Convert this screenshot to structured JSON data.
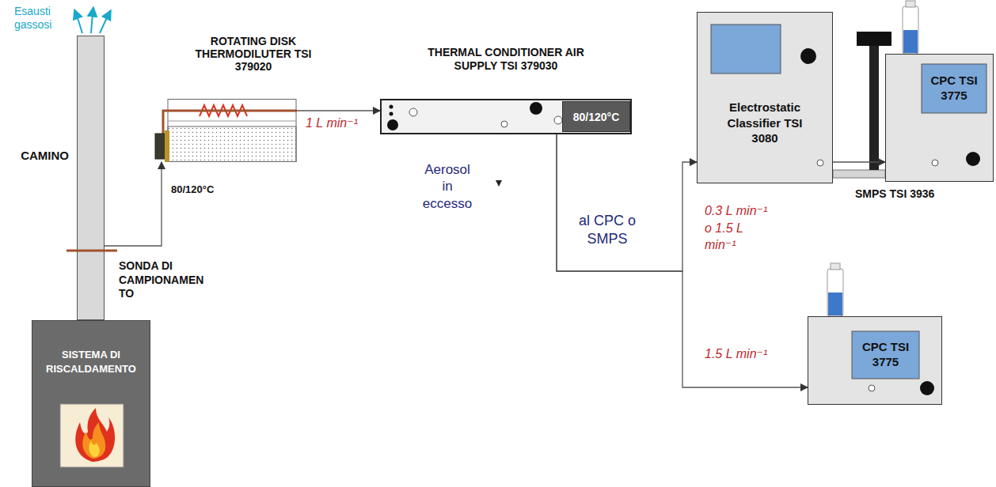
{
  "diagram": {
    "nodes": [
      {
        "text": [
          "CAMINO"
        ]
      },
      {
        "text": [
          "SISTEMA DI RISCALDAMENTO"
        ]
      },
      {
        "text": [
          "ROTATING DISK THERMODILUTER TSI 379020"
        ]
      },
      {
        "text": [
          "THERMAL CONDITIONER AIR SUPPLY TSI 379030"
        ]
      },
      {
        "text": [
          "80/120°C"
        ],
        "in": 3
      },
      {
        "text": [
          "Electrostatic Classifier TSI 3080"
        ]
      },
      {
        "text": [
          "CPC TSI 3775"
        ]
      },
      {
        "text": [
          "CPC TSI 3775"
        ]
      }
    ],
    "edges": [
      {
        "from": 0,
        "to": 2,
        "arrow": "to"
      },
      {
        "from": 2,
        "to": 3,
        "label": "1 L min⁻¹",
        "arrow": "to"
      },
      {
        "from": 3,
        "to": 5,
        "label": "0.3 L min⁻¹ o 1.5 L min⁻¹",
        "arrow": "to"
      },
      {
        "from": 3,
        "to": 7,
        "label": "1.5 L min⁻¹",
        "arrow": "to"
      },
      {
        "from": 5,
        "to": 6,
        "arrow": "to"
      }
    ],
    "labels": [
      "Esausti gassosi",
      "SONDA DI CAMPIONAMEN TO",
      "80/120°C",
      "Aerosol in eccesso",
      "al CPC o SMPS",
      "SMPS TSI 3936"
    ]
  }
}
